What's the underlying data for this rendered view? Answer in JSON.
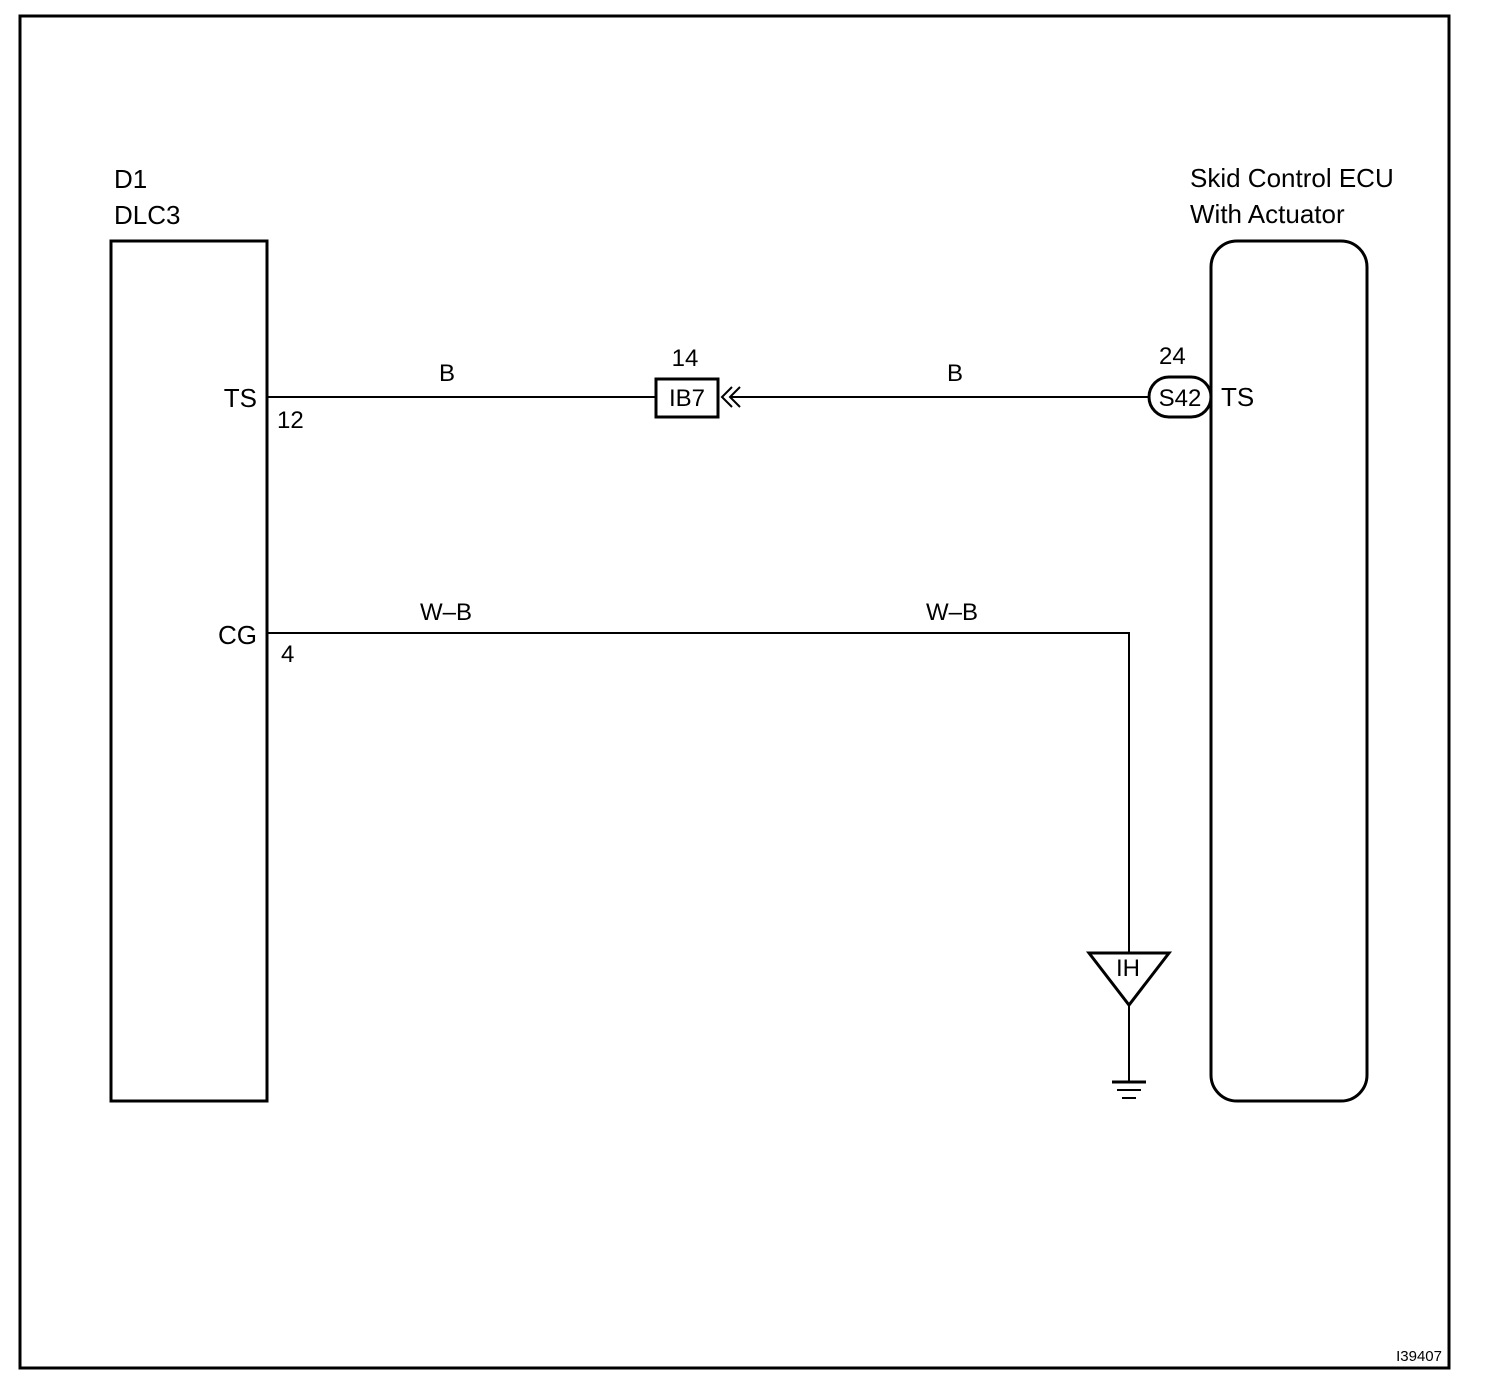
{
  "left_component": {
    "code": "D1",
    "name": "DLC3",
    "pins": {
      "ts": {
        "name": "TS",
        "number": "12"
      },
      "cg": {
        "name": "CG",
        "number": "4"
      }
    }
  },
  "right_component": {
    "name_line1": "Skid Control ECU",
    "name_line2": "With Actuator",
    "pin_ts": {
      "name": "TS",
      "number": "24",
      "connector": "S42"
    }
  },
  "ts_circuit": {
    "wire_color_left": "B",
    "wire_color_right": "B",
    "junction_connector": "IB7",
    "junction_pin": "14"
  },
  "cg_circuit": {
    "wire_color_left": "W–B",
    "wire_color_right": "W–B",
    "ground_point": "IH"
  },
  "figure_id": "I39407"
}
